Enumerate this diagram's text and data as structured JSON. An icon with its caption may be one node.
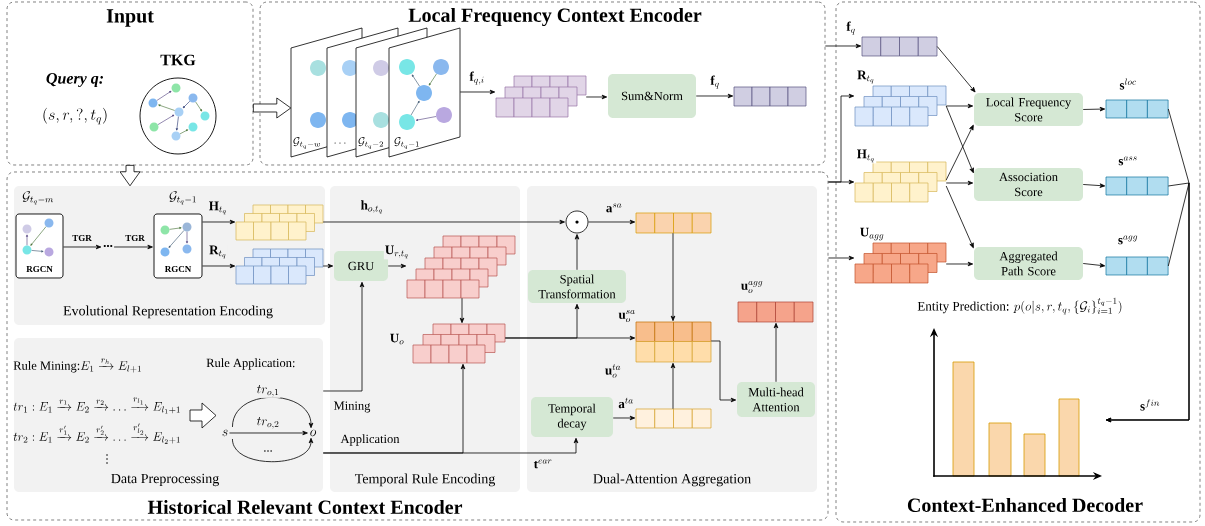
{
  "diagram": {
    "nodes": [
      {
        "text": [
          "Input"
        ]
      },
      {
        "text": [
          "Local Frequency Context Encoder"
        ]
      },
      {
        "text": [
          "Historical Relevant Context Encoder"
        ]
      },
      {
        "text": [
          "Context-Enhanced Decoder"
        ]
      },
      {
        "text": [
          "Evolutional Representation Encoding"
        ],
        "in": 2
      },
      {
        "text": [
          "Data Preprocessing"
        ],
        "in": 2
      },
      {
        "text": [
          "Temporal Rule Encoding"
        ],
        "in": 2
      },
      {
        "text": [
          "Dual-Attention Aggregation"
        ],
        "in": 2
      },
      {
        "text": [
          "TKG"
        ],
        "in": 0
      },
      {
        "text": [
          "\\mathcal{G}_{t_q-w}"
        ],
        "in": 1
      },
      {
        "text": [
          "\\ldots"
        ],
        "in": 1
      },
      {
        "text": [
          "\\mathcal{G}_{t_q-2}"
        ],
        "in": 1
      },
      {
        "text": [
          "\\mathcal{G}_{t_q-1}"
        ],
        "in": 1
      },
      {
        "text": [],
        "shape": "grid",
        "in": 1
      },
      {
        "text": [
          "Sum&Norm"
        ],
        "in": 1
      },
      {
        "text": [],
        "shape": "grid",
        "in": 1
      },
      {
        "text": [
          "RGCN"
        ],
        "beside": [
          "\\mathcal{G}_{t_q-m}"
        ],
        "in": 4
      },
      {
        "text": [
          "..."
        ],
        "in": 4
      },
      {
        "text": [
          "RGCN"
        ],
        "beside": [
          "\\mathcal{G}_{t_q-1}"
        ],
        "in": 4
      },
      {
        "text": [],
        "shape": "grid",
        "in": 4
      },
      {
        "text": [],
        "shape": "grid",
        "in": 4
      },
      {
        "text": [
          "s"
        ],
        "in": 5
      },
      {
        "text": [
          "o"
        ],
        "in": 5
      },
      {
        "text": [
          "GRU"
        ],
        "in": 6
      },
      {
        "text": [],
        "shape": "grid",
        "in": 6
      },
      {
        "text": [],
        "shape": "grid",
        "beside": [
          "\\mathbf{U}_o"
        ],
        "in": 6
      },
      {
        "text": [],
        "shape": "circle",
        "in": 7
      },
      {
        "text": [
          "Spatial Transformation"
        ],
        "in": 7
      },
      {
        "text": [],
        "shape": "grid",
        "in": 7
      },
      {
        "text": [],
        "shape": "grid",
        "beside": [
          "\\mathbf{u}_o^{sa}"
        ],
        "in": 7
      },
      {
        "text": [],
        "shape": "grid",
        "beside": [
          "\\mathbf{u}_o^{ta}"
        ],
        "in": 7
      },
      {
        "text": [
          "Temporal decay"
        ],
        "in": 7
      },
      {
        "text": [],
        "shape": "grid",
        "in": 7
      },
      {
        "text": [
          "Multi-head Attention"
        ],
        "in": 7
      },
      {
        "text": [],
        "shape": "grid",
        "beside": [
          "\\mathbf{u}_o^{agg}"
        ],
        "in": 7
      },
      {
        "text": [],
        "shape": "grid",
        "in": 3
      },
      {
        "text": [],
        "shape": "grid",
        "in": 3
      },
      {
        "text": [],
        "shape": "grid",
        "in": 3
      },
      {
        "text": [],
        "shape": "grid",
        "in": 3
      },
      {
        "text": [
          "Local Frequency Score"
        ],
        "in": 3
      },
      {
        "text": [
          "Association Score"
        ],
        "in": 3
      },
      {
        "text": [
          "Aggregated Path Score"
        ],
        "in": 3
      },
      {
        "text": [],
        "shape": "grid",
        "in": 3
      },
      {
        "text": [],
        "shape": "grid",
        "in": 3
      },
      {
        "text": [],
        "shape": "grid",
        "in": 3
      },
      {
        "text": [],
        "shape": "picture",
        "in": 3
      }
    ],
    "edges": [
      {
        "from": 0,
        "to": 9,
        "arrow": "to",
        "style": "thick"
      },
      {
        "from": 0,
        "to": 4,
        "arrow": "to",
        "style": "thick"
      },
      {
        "from": 12,
        "to": 13,
        "arrow": "to",
        "label": "\\mathbf{f}_{q,i}"
      },
      {
        "from": 13,
        "to": 14,
        "arrow": "to"
      },
      {
        "from": 14,
        "to": 15,
        "arrow": "to",
        "label": "\\mathbf{f}_q"
      },
      {
        "from": 1,
        "to": 35,
        "arrow": "to",
        "label": "\\mathbf{f}_q"
      },
      {
        "from": 16,
        "to": 17,
        "arrow": "to",
        "label": "TGR"
      },
      {
        "from": 17,
        "to": 18,
        "arrow": "to",
        "label": "TGR"
      },
      {
        "from": 18,
        "to": 19,
        "arrow": "to",
        "label": "\\mathbf{H}_{t_q}"
      },
      {
        "from": 18,
        "to": 20,
        "arrow": "to",
        "label": "\\mathbf{R}_{t_q}"
      },
      {
        "from": 19,
        "to": 26,
        "arrow": "to",
        "label": "\\mathbf{h}_{o,t_q}"
      },
      {
        "from": 20,
        "to": 23,
        "arrow": "to"
      },
      {
        "from": 23,
        "to": 24,
        "arrow": "to",
        "label": "\\mathbf{U}_{r,t_q}"
      },
      {
        "from": 24,
        "to": 25,
        "arrow": "to"
      },
      {
        "from": 21,
        "to": 22,
        "arrow": "to",
        "label": "tr_{o,1}"
      },
      {
        "from": 21,
        "to": 22,
        "arrow": "to",
        "label": "tr_{o,2}"
      },
      {
        "from": 21,
        "to": 22,
        "arrow": "to",
        "label": "..."
      },
      {
        "from": 5,
        "to": 23,
        "arrow": "to",
        "label": "Mining"
      },
      {
        "from": 5,
        "to": 25,
        "arrow": "to",
        "label": "Application"
      },
      {
        "from": 5,
        "to": 31,
        "arrow": "to",
        "label": "\\mathbf{t}^{ear}"
      },
      {
        "from": 25,
        "to": 29,
        "arrow": "to"
      },
      {
        "from": 25,
        "to": 27,
        "arrow": "to"
      },
      {
        "from": 27,
        "to": 26,
        "arrow": "to"
      },
      {
        "from": 26,
        "to": 28,
        "arrow": "to",
        "label": "\\mathbf{a}^{sa}"
      },
      {
        "from": 28,
        "to": 29,
        "arrow": "to"
      },
      {
        "from": 31,
        "to": 32,
        "arrow": "to",
        "label": "\\mathbf{a}^{ta}"
      },
      {
        "from": 32,
        "to": 30,
        "arrow": "to"
      },
      {
        "from": 29,
        "to": 33,
        "arrow": "to"
      },
      {
        "from": 33,
        "to": 34,
        "arrow": "to"
      },
      {
        "from": 2,
        "to": 36,
        "arrow": "to",
        "label": "\\mathbf{R}_{t_q}"
      },
      {
        "from": 2,
        "to": 37,
        "arrow": "to",
        "label": "\\mathbf{H}_{t_q}"
      },
      {
        "from": 2,
        "to": 38,
        "arrow": "to",
        "label": "\\mathbf{U}_{agg}"
      },
      {
        "from": 35,
        "to": 39,
        "arrow": "to"
      },
      {
        "from": 36,
        "to": 39,
        "arrow": "to"
      },
      {
        "from": 36,
        "to": 40,
        "arrow": "to"
      },
      {
        "from": 37,
        "to": 39,
        "arrow": "to"
      },
      {
        "from": 37,
        "to": 40,
        "arrow": "to"
      },
      {
        "from": 37,
        "to": 41,
        "arrow": "to"
      },
      {
        "from": 38,
        "to": 41,
        "arrow": "to"
      },
      {
        "from": 39,
        "to": 42,
        "arrow": "to",
        "label": "\\mathbf{s}^{loc}"
      },
      {
        "from": 40,
        "to": 43,
        "arrow": "to",
        "label": "\\mathbf{s}^{ass}"
      },
      {
        "from": 41,
        "to": 44,
        "arrow": "to",
        "label": "\\mathbf{s}^{agg}"
      },
      {
        "from": 42,
        "to": 45,
        "arrow": "to"
      },
      {
        "from": 43,
        "to": 45,
        "arrow": "to"
      },
      {
        "from": 44,
        "to": 45,
        "arrow": "to",
        "label": "\\mathbf{s}^{fin}"
      }
    ],
    "labels": [
      "Query q:",
      "(s,r,?,t_q)",
      "\\text{Rule Mining:}E_1\\xrightarrow{r_h}E_{l+1}",
      "Rule Application:",
      "tr_1:E_1\\xrightarrow{r_1}E_2\\xrightarrow{r_2}\\dots\\xrightarrow{r_{l_1}}E_{l_1+1}",
      "tr_2:E_1\\xrightarrow{r'_1}E_2\\xrightarrow{r'_2}\\dots\\xrightarrow{r'_{l_2}}E_{l_2+1}",
      "\\vdots",
      "\\text{Entity Prediction: }p(o|s,r,t_q,\\{\\mathcal{G}_i\\}_{i=1}^{t_q-1})"
    ]
  }
}
